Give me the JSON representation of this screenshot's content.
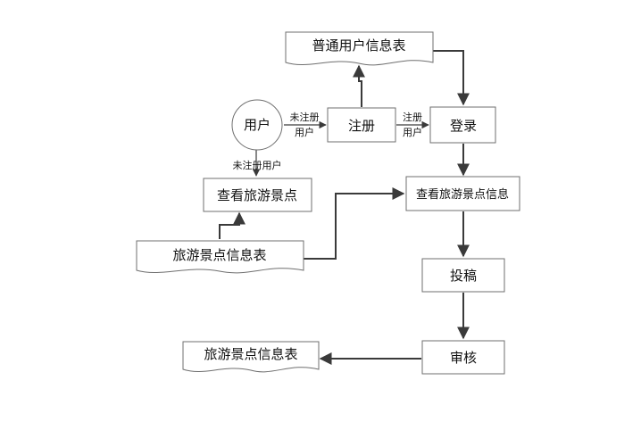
{
  "nodes": {
    "user_table": "普通用户信息表",
    "user": "用户",
    "register": "注册",
    "login": "登录",
    "view_spots": "查看旅游景点",
    "view_spot_info": "查看旅游景点信息",
    "spot_table_left": "旅游景点信息表",
    "submit": "投稿",
    "review": "审核",
    "spot_table_bottom": "旅游景点信息表"
  },
  "edges": {
    "unregistered_1": "未注册",
    "user_1": "用户",
    "registered_1": "注册",
    "user_2": "用户",
    "unregistered_user": "未注册用户"
  }
}
